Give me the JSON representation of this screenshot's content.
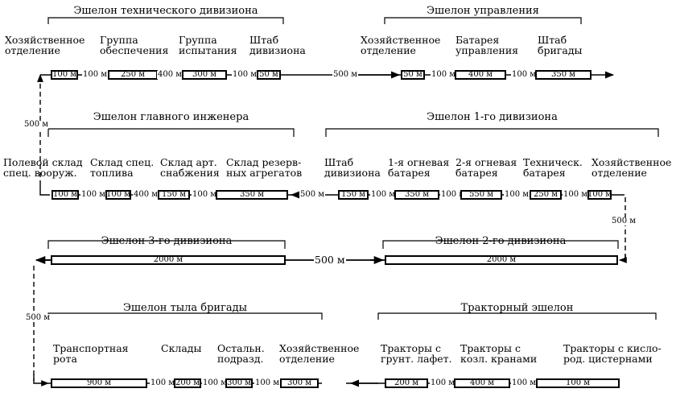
{
  "echelons": {
    "tech": {
      "title": "Эшелон технического дивизиона",
      "units": [
        "Хозяйственное\nотделение",
        "Группа\nобеспечения",
        "Группа\nиспытания",
        "Штаб\nдивизиона"
      ],
      "boxes": [
        "100 м",
        "250 м",
        "300 м",
        "50 м"
      ],
      "gaps": [
        "100 м",
        "400 м",
        "100 м"
      ]
    },
    "control": {
      "title": "Эшелон управления",
      "units": [
        "Хозяйственное\nотделение",
        "Батарея\nуправления",
        "Штаб\nбригады"
      ],
      "boxes": [
        "50 м",
        "400 м",
        "350 м"
      ],
      "gaps": [
        "100 м",
        "100 м"
      ]
    },
    "engineer": {
      "title": "Эшелон главного инженера",
      "units": [
        "Полевой склад\nспец. вооруж.",
        "Склад спец.\nтоплива",
        "Склад арт.\nснабжения",
        "Склад резерв-\nных агрегатов"
      ],
      "boxes": [
        "100 м",
        "100 м",
        "150 м",
        "350 м"
      ],
      "gaps": [
        "100 м",
        "400 м",
        "100 м"
      ]
    },
    "div1": {
      "title": "Эшелон 1-го дивизиона",
      "units": [
        "Штаб\nдивизиона",
        "1-я огневая\nбатарея",
        "2-я огневая\nбатарея",
        "Техническ.\nбатарея",
        "Хозяйственное\nотделение"
      ],
      "boxes": [
        "150 м",
        "350 м",
        "550 м",
        "250 м",
        "100 м"
      ],
      "gaps": [
        "100 м",
        "100 м",
        "100 м",
        "100 м"
      ]
    },
    "div3": {
      "title": "Эшелон 3-го дивизиона",
      "box": "2000 м"
    },
    "div2": {
      "title": "Эшелон 2-го дивизиона",
      "box": "2000 м"
    },
    "rear": {
      "title": "Эшелон тыла бригады",
      "units": [
        "Транспортная\nрота",
        "Склады",
        "Остальн.\nподразд.",
        "Хозяйственное\nотделение"
      ],
      "boxes": [
        "900 м",
        "200 м",
        "300 м",
        "300 м"
      ],
      "gaps": [
        "100 м",
        "100 м",
        "100 м"
      ]
    },
    "tractor": {
      "title": "Тракторный эшелон",
      "units": [
        "Тракторы с\nгрунт. лафет.",
        "Тракторы с\nкозл. кранами",
        "Тракторы с кисло-\nрод. цистернами"
      ],
      "boxes": [
        "200 м",
        "400 м",
        "100 м"
      ],
      "gaps": [
        "100 м",
        "100 м"
      ]
    }
  },
  "links": {
    "row1_mid": "500 м",
    "row2_mid": "500 м",
    "row3_mid": "500 м",
    "left_1_2": "500 м",
    "right_2_3": "500 м",
    "left_3_4": "500 м"
  }
}
